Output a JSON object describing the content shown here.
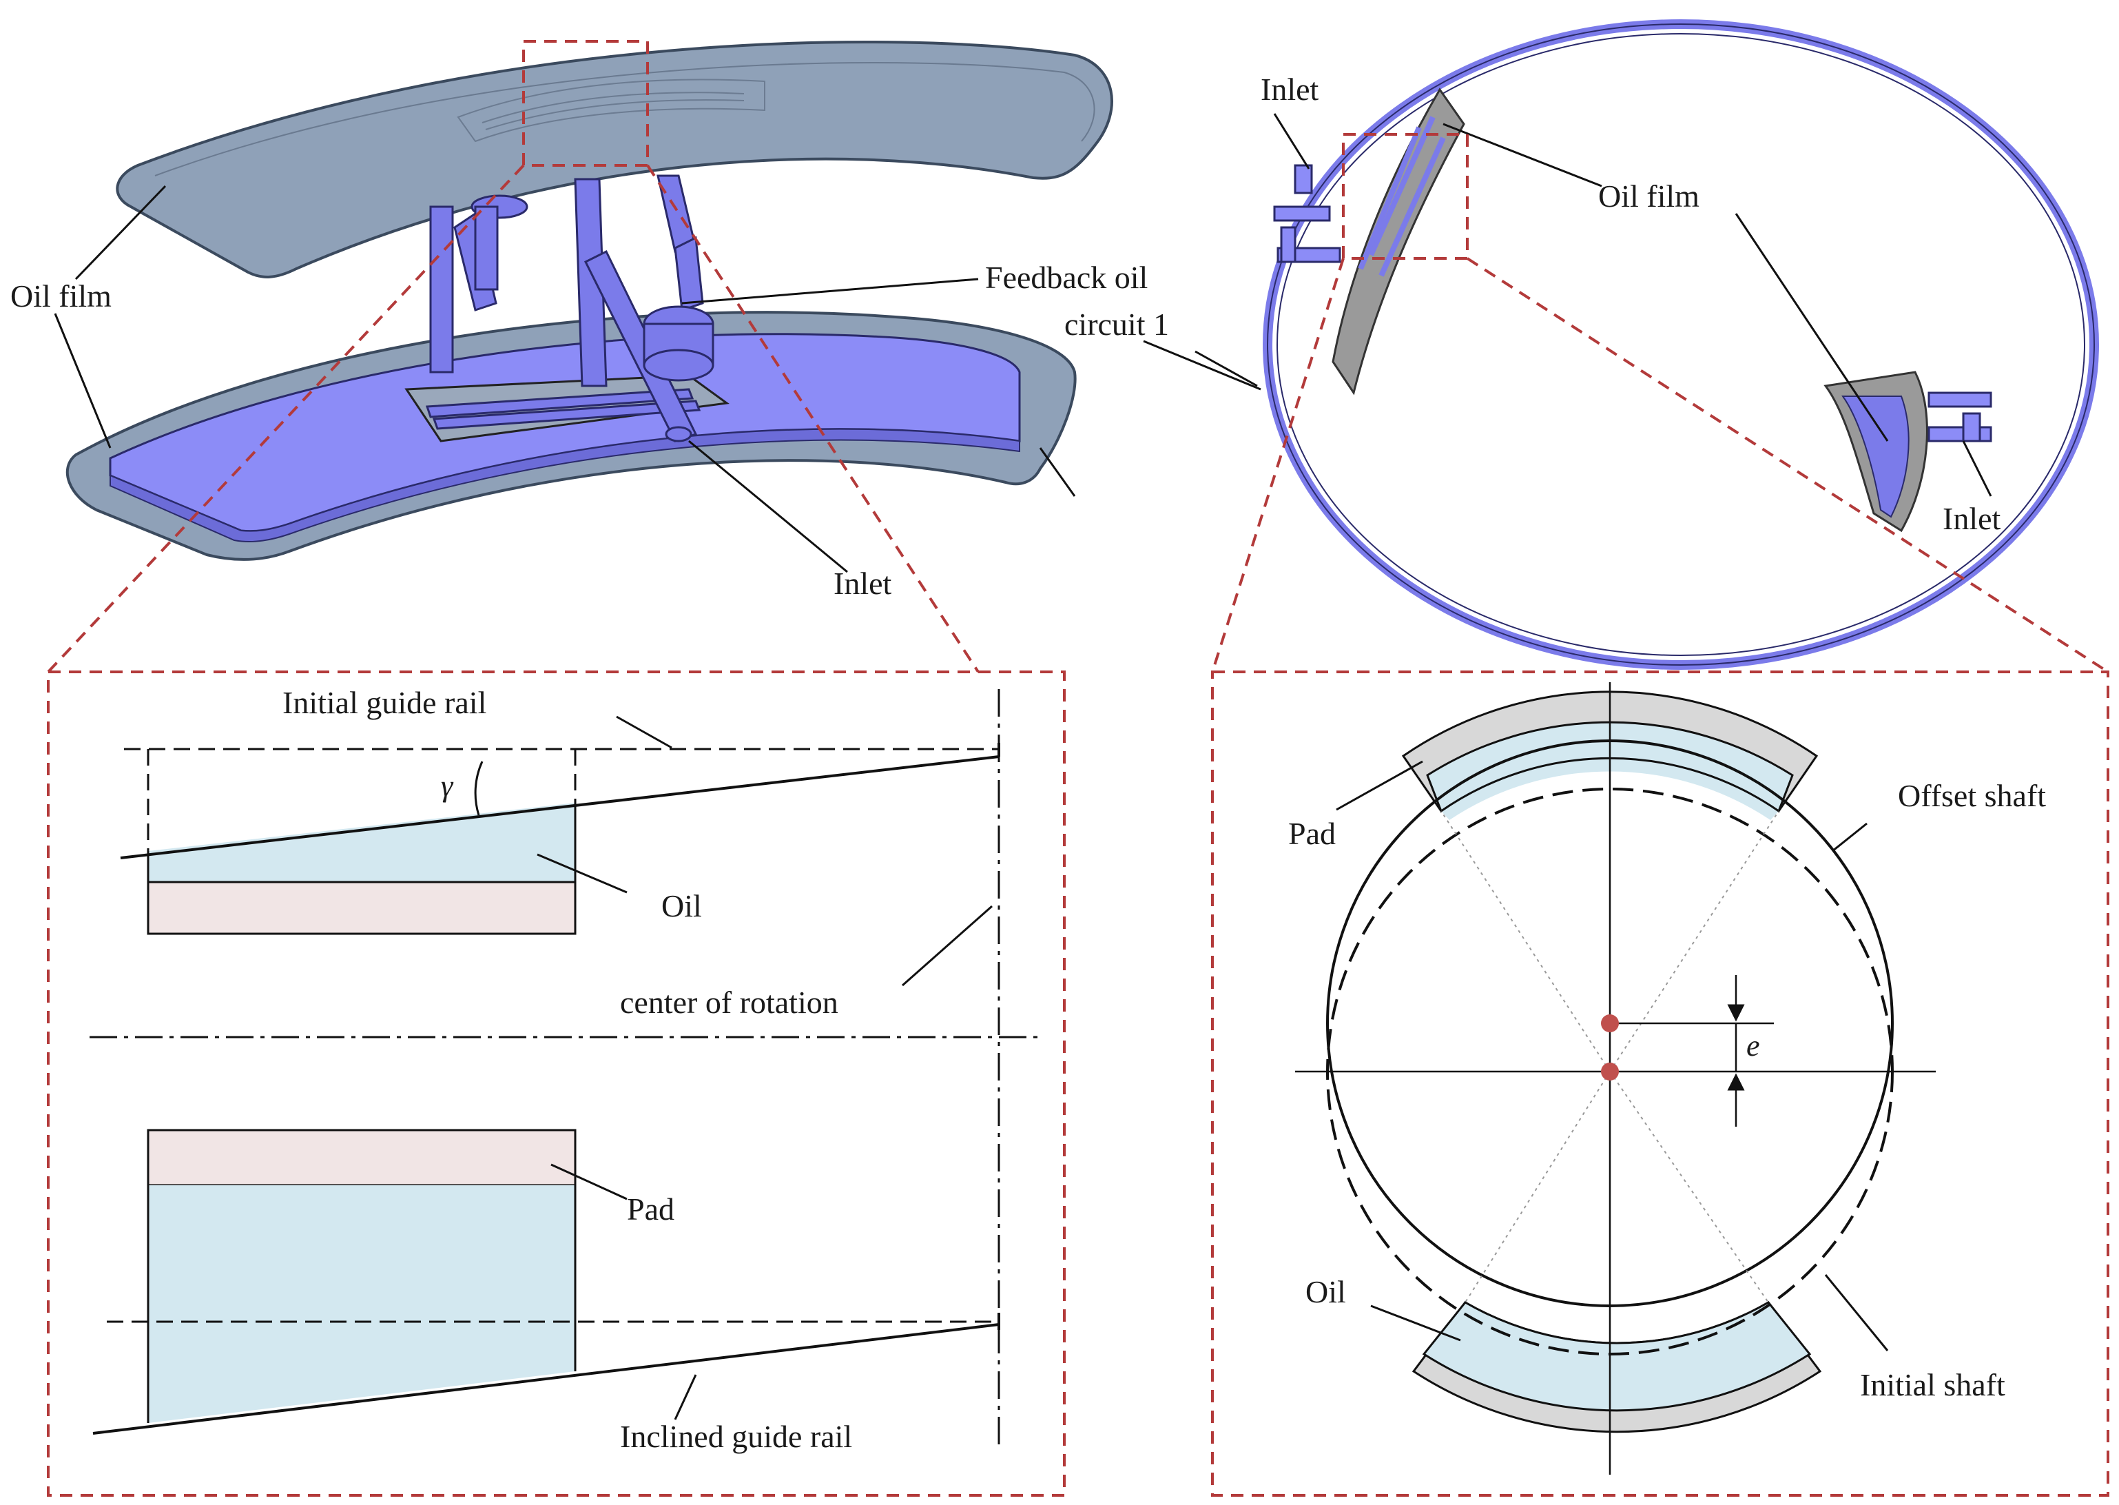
{
  "top_left": {
    "oil_film": "Oil film",
    "feedback": [
      "Feedback oil",
      "circuit 1"
    ],
    "inlet": "Inlet"
  },
  "top_right": {
    "inlet_left": "Inlet",
    "oil_film": "Oil film",
    "inlet_right": "Inlet"
  },
  "bottom_left": {
    "initial_rail": "Initial guide rail",
    "gamma": "γ",
    "oil": "Oil",
    "center": "center of rotation",
    "pad": "Pad",
    "inclined_rail": "Inclined guide rail"
  },
  "bottom_right": {
    "pad": "Pad",
    "offset_shaft": "Offset shaft",
    "e": "e",
    "oil": "Oil",
    "initial_shaft": "Initial shaft"
  },
  "colors": {
    "pad_gray": "#8fa1b8",
    "pad_edge": "#3b4a5e",
    "oil_blue": "#8c8cf7",
    "rail_blue": "#7b7bea",
    "oil_light": "#d3e8f0",
    "pad_pink": "#f1e5e5",
    "dash_red": "#b33a3a",
    "dot_red": "#c0504d",
    "sleeve_gray": "#d8d8d8"
  }
}
